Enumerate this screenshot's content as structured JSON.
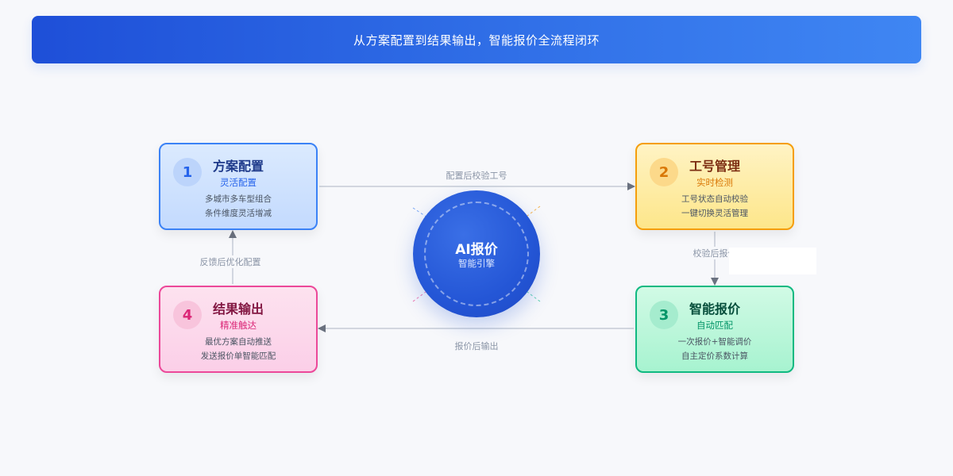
{
  "banner": {
    "text": "从方案配置到结果输出，智能报价全流程闭环"
  },
  "center": {
    "title": "AI报价",
    "subtitle": "智能引擎"
  },
  "cards": [
    {
      "number": "1",
      "title": "方案配置",
      "subtitle": "灵活配置",
      "desc1": "多城市多车型组合",
      "desc2": "条件维度灵活增减"
    },
    {
      "number": "2",
      "title": "工号管理",
      "subtitle": "实时检测",
      "desc1": "工号状态自动校验",
      "desc2": "一键切换灵活管理"
    },
    {
      "number": "3",
      "title": "智能报价",
      "subtitle": "自动匹配",
      "desc1": "一次报价+智能调价",
      "desc2": "自主定价系数计算"
    },
    {
      "number": "4",
      "title": "结果输出",
      "subtitle": "精准触达",
      "desc1": "最优方案自动推送",
      "desc2": "发送报价单智能匹配"
    }
  ],
  "edges": {
    "config_to_worker": "配置后校验工号",
    "worker_to_quote": "校验后报价",
    "quote_to_output": "报价后输出",
    "output_to_config": "反馈后优化配置"
  },
  "colors": {
    "blue": "#3b82f6",
    "yellow": "#f59e0b",
    "green": "#10b981",
    "pink": "#ec4899",
    "engine": "#2456d6"
  }
}
